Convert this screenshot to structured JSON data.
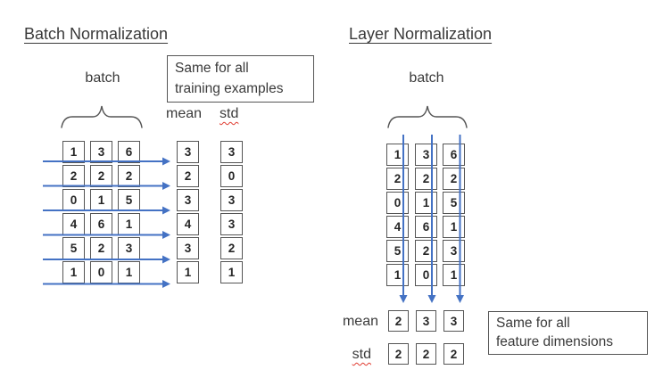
{
  "colors": {
    "arrow_blue": "#4472C4",
    "grid_border": "#555555",
    "text_dark": "#3a3a3a",
    "digit_black": "#262626",
    "squiggle_red": "#e03c31"
  },
  "left": {
    "title": "Batch Normalization",
    "batch_label": "batch",
    "callout_line1": "Same for all",
    "callout_line2": "training examples",
    "mean_label": "mean",
    "std_label": "std",
    "grid": [
      [
        1,
        3,
        6
      ],
      [
        2,
        2,
        2
      ],
      [
        0,
        1,
        5
      ],
      [
        4,
        6,
        1
      ],
      [
        5,
        2,
        3
      ],
      [
        1,
        0,
        1
      ]
    ],
    "mean": [
      3,
      2,
      3,
      4,
      3,
      1
    ],
    "std": [
      3,
      0,
      3,
      3,
      2,
      1
    ]
  },
  "right": {
    "title": "Layer Normalization",
    "batch_label": "batch",
    "callout_line1": "Same for all",
    "callout_line2": "feature dimensions",
    "mean_label": "mean",
    "std_label": "std",
    "grid": [
      [
        1,
        3,
        6
      ],
      [
        2,
        2,
        2
      ],
      [
        0,
        1,
        5
      ],
      [
        4,
        6,
        1
      ],
      [
        5,
        2,
        3
      ],
      [
        1,
        0,
        1
      ]
    ],
    "mean": [
      2,
      3,
      3
    ],
    "std": [
      2,
      2,
      2
    ]
  }
}
